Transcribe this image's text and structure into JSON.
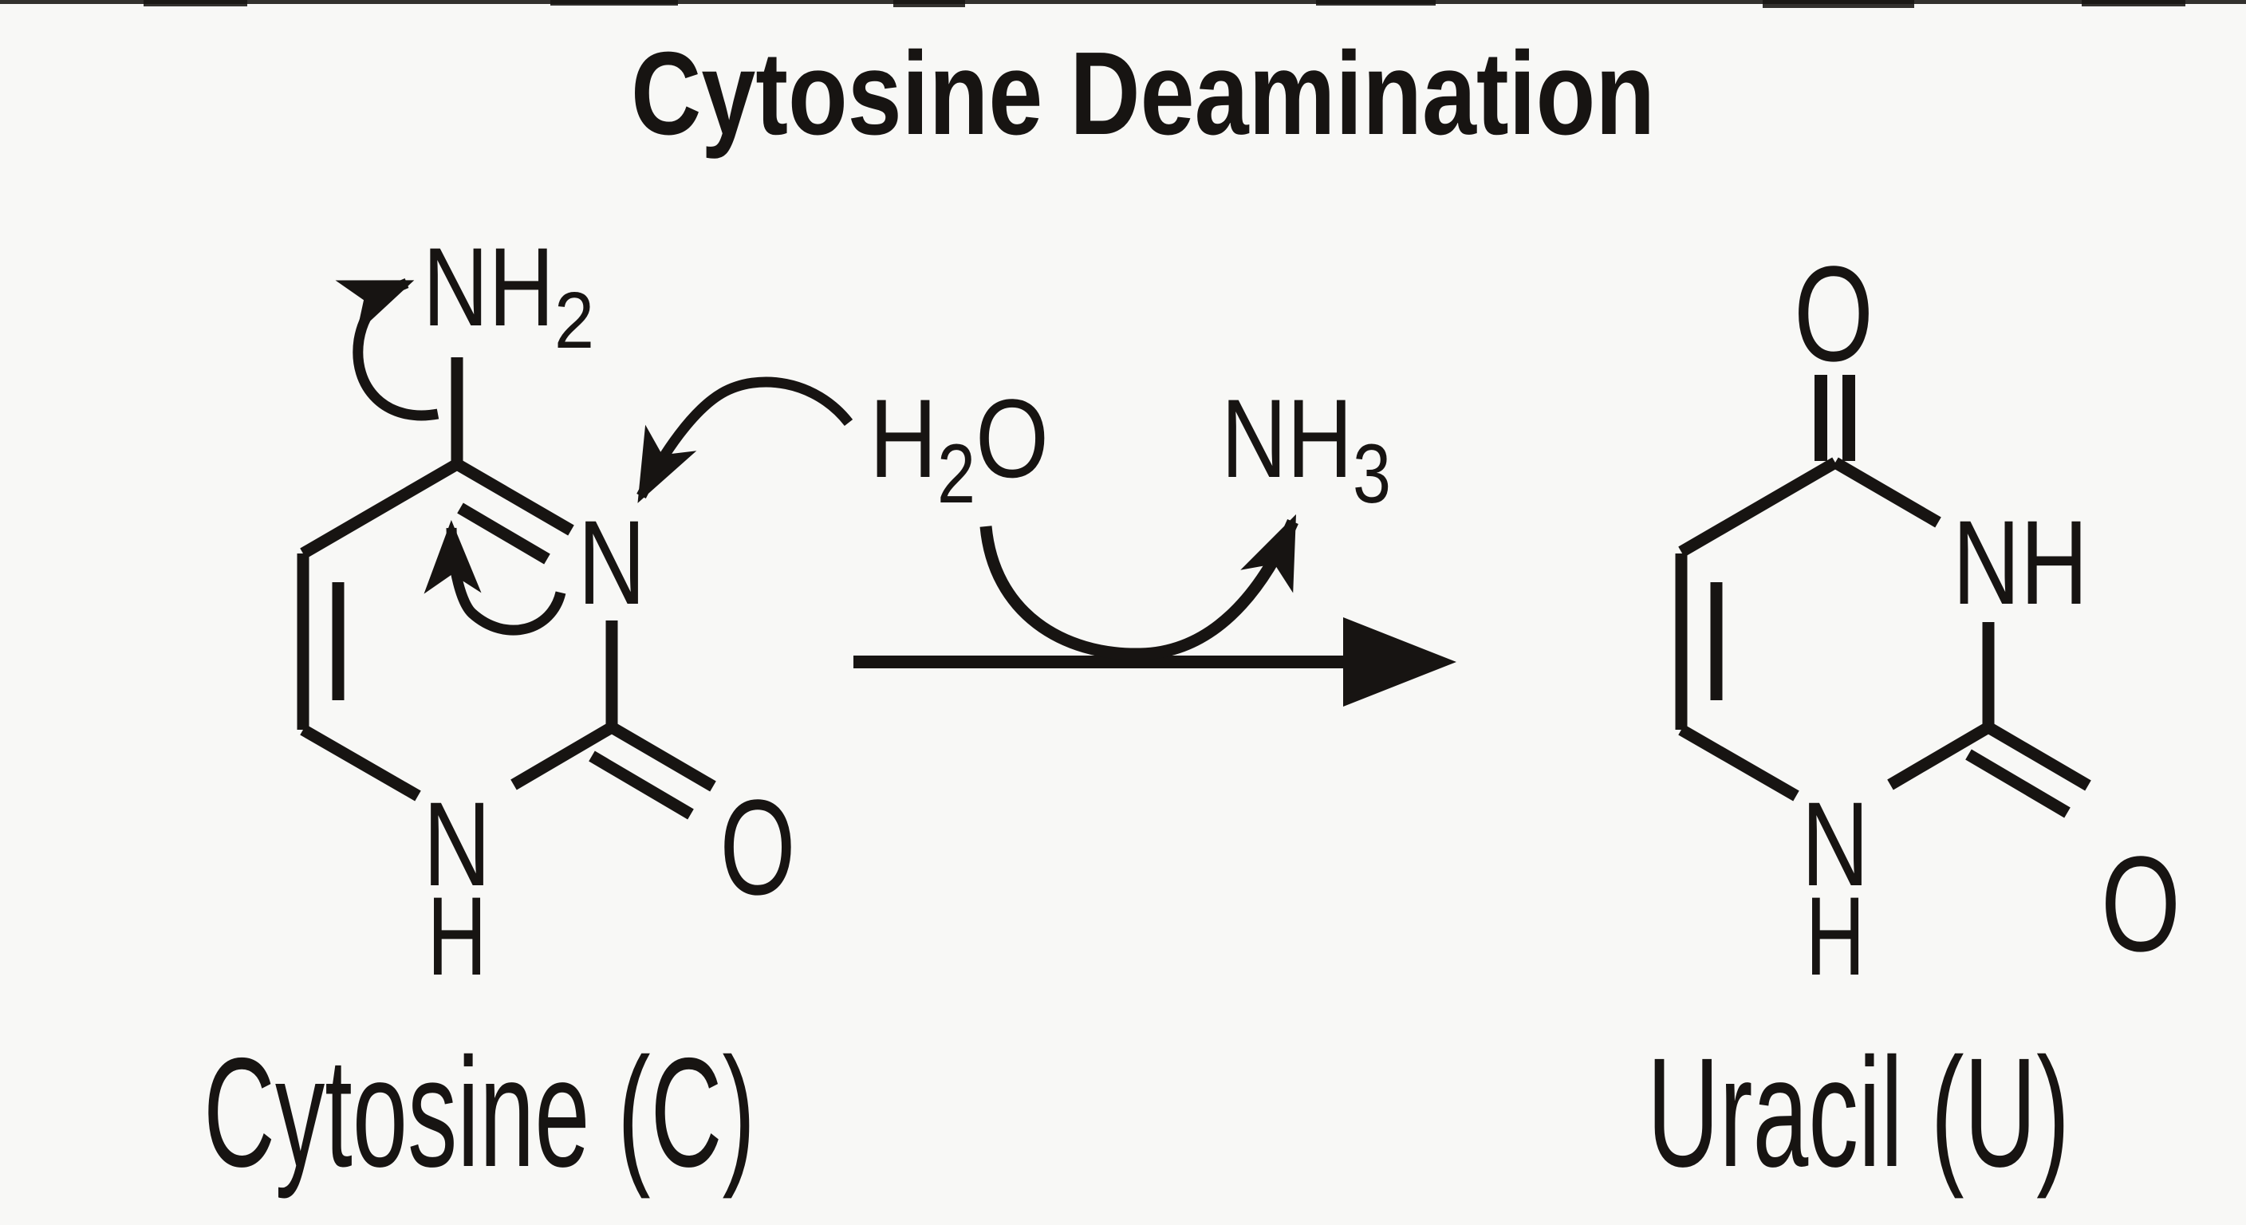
{
  "title": "Cytosine Deamination",
  "colors": {
    "ink": "#171412",
    "paper": "#f8f8f6"
  },
  "reaction": {
    "reagent": {
      "pre": "H",
      "sub": "2",
      "post": "O"
    },
    "byproduct": {
      "pre": "NH",
      "sub": "3"
    }
  },
  "molecules": {
    "cytosine": {
      "caption": "Cytosine (C)",
      "amine": {
        "pre": "NH",
        "sub": "2"
      },
      "ring_n_right": "N",
      "ring_n_bottom": "N",
      "ring_n_hydrogen": "H",
      "carbonyl_o": "O"
    },
    "uracil": {
      "caption": "Uracil (U)",
      "carbonyl_top_o": "O",
      "ring_nh_right": "NH",
      "ring_n_bottom": "N",
      "ring_n_hydrogen": "H",
      "carbonyl_right_o": "O"
    }
  }
}
